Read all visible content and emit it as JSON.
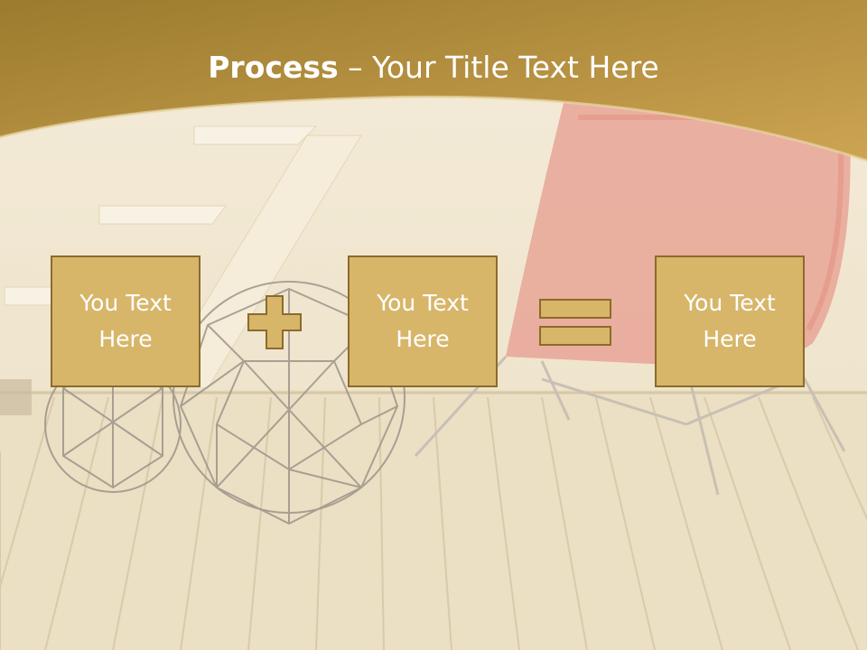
{
  "title": {
    "bold": "Process",
    "dash": " – ",
    "rest": "Your Title Text Here"
  },
  "boxes": [
    {
      "line1": "You Text",
      "line2": "Here"
    },
    {
      "line1": "You Text",
      "line2": "Here"
    },
    {
      "line1": "You Text",
      "line2": "Here"
    }
  ],
  "operators": [
    "plus",
    "equals"
  ],
  "colors": {
    "banner": "#a8852d",
    "box_fill": "#d7b66a",
    "box_border": "#8c6b2a",
    "text": "#ffffff"
  }
}
